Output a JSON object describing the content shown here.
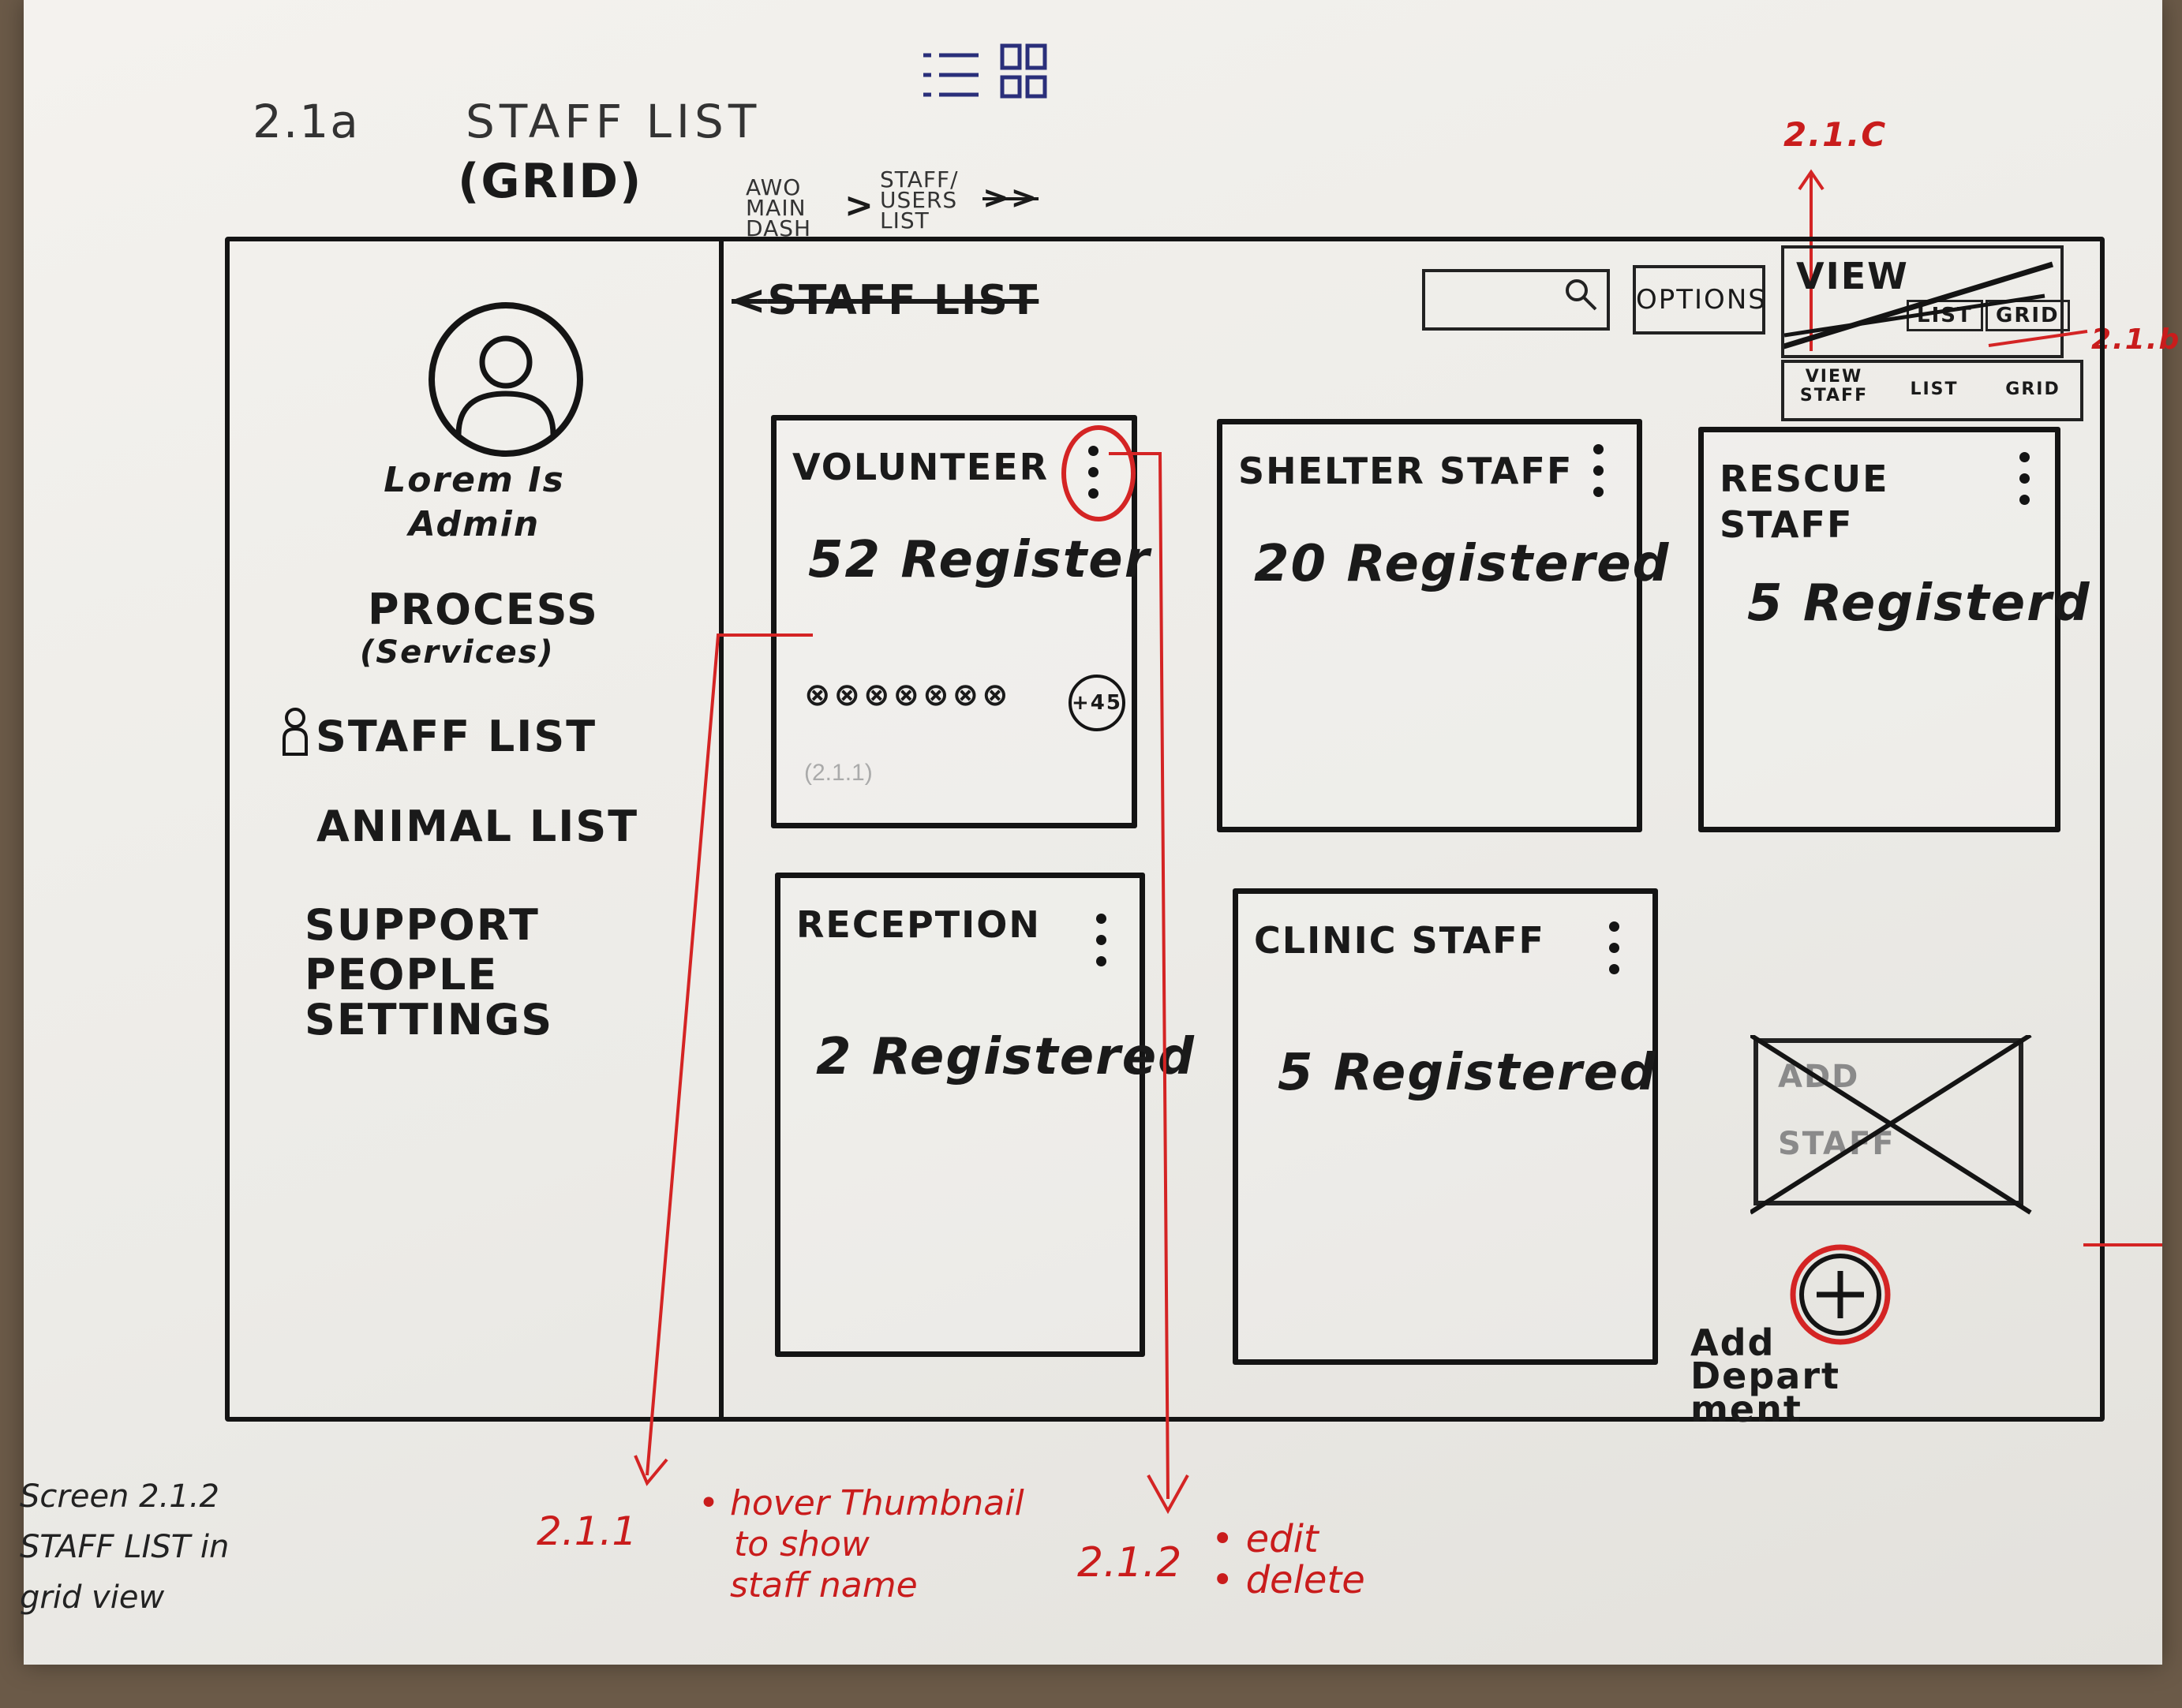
{
  "sheet": {
    "id": "2.1a",
    "title": "STAFF LIST",
    "subtitle": "(GRID)",
    "breadcrumb": [
      "AWO MAIN DASH",
      "STAFF/ USERS LIST"
    ]
  },
  "sidebar": {
    "admin_name": "Lorem Is",
    "admin_role": "Admin",
    "items": [
      {
        "label": "PROCESS",
        "sub": "(Services)"
      },
      {
        "label": "STAFF LIST"
      },
      {
        "label": "ANIMAL LIST"
      },
      {
        "label": "SUPPORT PEOPLE"
      },
      {
        "label": "SETTINGS"
      }
    ]
  },
  "header": {
    "title": "STAFF LIST",
    "options_label": "OPTIONS",
    "view_label": "VIEW",
    "view_list": "LIST",
    "view_grid": "GRID",
    "view_bar": [
      "VIEW STAFF",
      "LIST",
      "GRID"
    ]
  },
  "cards": [
    {
      "title": "VOLUNTEER",
      "count": "52 Register",
      "more": "+45",
      "ghost": "(2.1.1)"
    },
    {
      "title": "SHELTER STAFF",
      "count": "20 Registered"
    },
    {
      "title": "RESCUE STAFF",
      "count": "5 Registerd"
    },
    {
      "title": "RECEPTION",
      "count": "2 Registered"
    },
    {
      "title": "CLINIC STAFF",
      "count": "5 Registered"
    }
  ],
  "placeholder": {
    "line1": "ADD",
    "line2": "STAFF"
  },
  "fab": {
    "label": "Add Depart ment"
  },
  "annotations": {
    "screen_note": [
      "Screen 2.1.2",
      "STAFF LIST in",
      "grid view"
    ],
    "ref_211": "2.1.1",
    "note_211": [
      "• hover Thumbnail",
      "to show",
      "staff name"
    ],
    "ref_212": "2.1.2",
    "note_212": [
      "• edit",
      "• delete"
    ],
    "ref_21c": "2.1.C",
    "ref_21b": "2.1.b"
  },
  "colors": {
    "ink": "#141414",
    "annotation": "#d42424",
    "paper": "#f0eee9"
  }
}
